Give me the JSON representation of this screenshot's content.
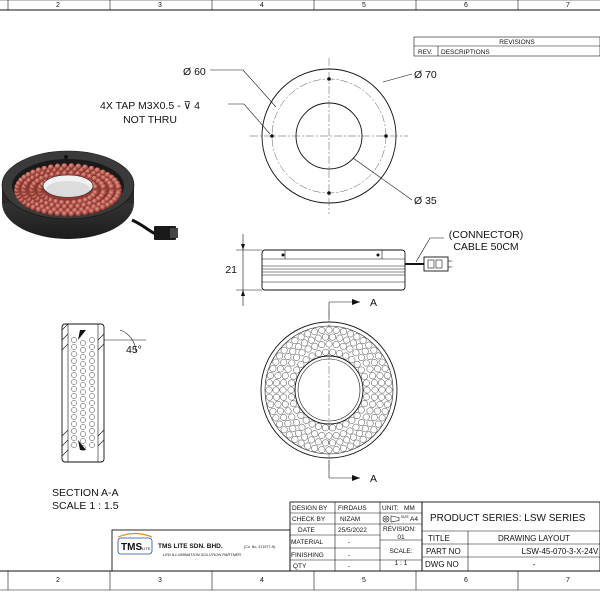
{
  "frame": {
    "grid_labels": [
      "2",
      "3",
      "4",
      "5",
      "6",
      "7"
    ]
  },
  "revisions": {
    "title": "REVISIONS",
    "col_rev": "REV.",
    "col_desc": "DESCRIPTIONS"
  },
  "dimensions": {
    "dia_60": "Ø 60",
    "dia_70": "Ø 70",
    "dia_35": "Ø 35",
    "tap_line1": "4X TAP M3X0.5 - ⊽ 4",
    "tap_line2": "NOT THRU",
    "connector_line1": "(CONNECTOR)",
    "connector_line2": "CABLE 50CM",
    "height": "21",
    "angle": "45°",
    "section_mark": "A"
  },
  "section_label": {
    "line1": "SECTION A-A",
    "line2": "SCALE 1 : 1.5"
  },
  "title_block": {
    "company_name": "TMS LITE SDN. BHD.",
    "company_reg": "(Co. No. 471977-H)",
    "company_tagline": "LED ILLUMINATION SOLUTION PARTNER",
    "logo_text": "TMS",
    "logo_sub": "LITE",
    "design_by_label": "DESIGN BY",
    "design_by_value": "FIRDAUS",
    "check_by_label": "CHECK BY",
    "check_by_value": "NIZAM",
    "date_label": "DATE",
    "date_value": "25/5/2022",
    "material_label": "MATERIAL",
    "material_value": "-",
    "finishing_label": "FINISHING",
    "finishing_value": "-",
    "qty_label": "QTY",
    "qty_value": "-",
    "unit_label": "UNIT:",
    "unit_value": "MM",
    "size_label": "SIZE",
    "size_value": "A4",
    "revision_label": "REVISION:",
    "revision_value": "01",
    "scale_label": "SCALE:",
    "scale_value": "1 : 1",
    "product_series": "PRODUCT SERIES: LSW SERIES",
    "title_label": "TITLE",
    "title_value": "DRAWING LAYOUT",
    "part_no_label": "PART NO",
    "part_no_value": "LSW-45-070-3-X-24V",
    "dwg_no_label": "DWG NO",
    "dwg_no_value": "-"
  },
  "colors": {
    "led": "#b4544a",
    "led_dark": "#6e2a24",
    "housing": "#2d2d2d",
    "logo_blue": "#1f4e9c",
    "logo_orange": "#e8891d"
  }
}
